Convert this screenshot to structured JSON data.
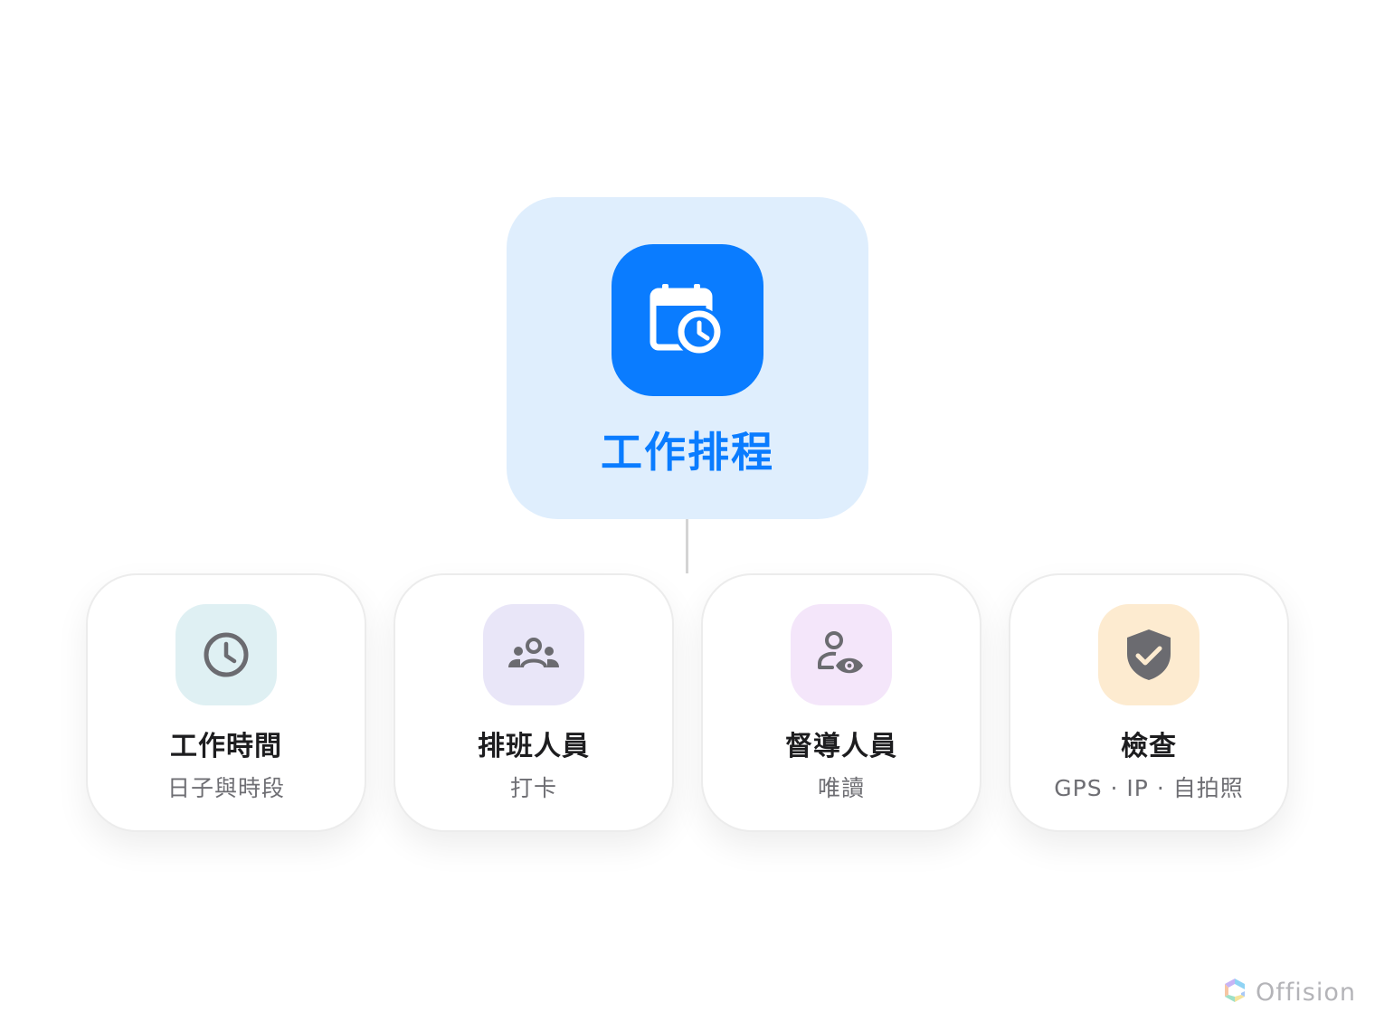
{
  "root": {
    "title": "工作排程",
    "icon": "calendar-clock-icon",
    "color": "#0a7cff",
    "bg": "#dfeefd"
  },
  "children": [
    {
      "title": "工作時間",
      "subtitle": "日子與時段",
      "icon": "clock-icon",
      "icon_bg": "#dff0f3"
    },
    {
      "title": "排班人員",
      "subtitle": "打卡",
      "icon": "group-icon",
      "icon_bg": "#e9e6f8"
    },
    {
      "title": "督導人員",
      "subtitle": "唯讀",
      "icon": "person-eye-icon",
      "icon_bg": "#f4e6fa"
    },
    {
      "title": "檢查",
      "subtitle": "GPS · IP · 自拍照",
      "icon": "shield-check-icon",
      "icon_bg": "#fdebd0"
    }
  ],
  "brand": {
    "name": "Offision",
    "icon": "offision-logo-icon"
  }
}
